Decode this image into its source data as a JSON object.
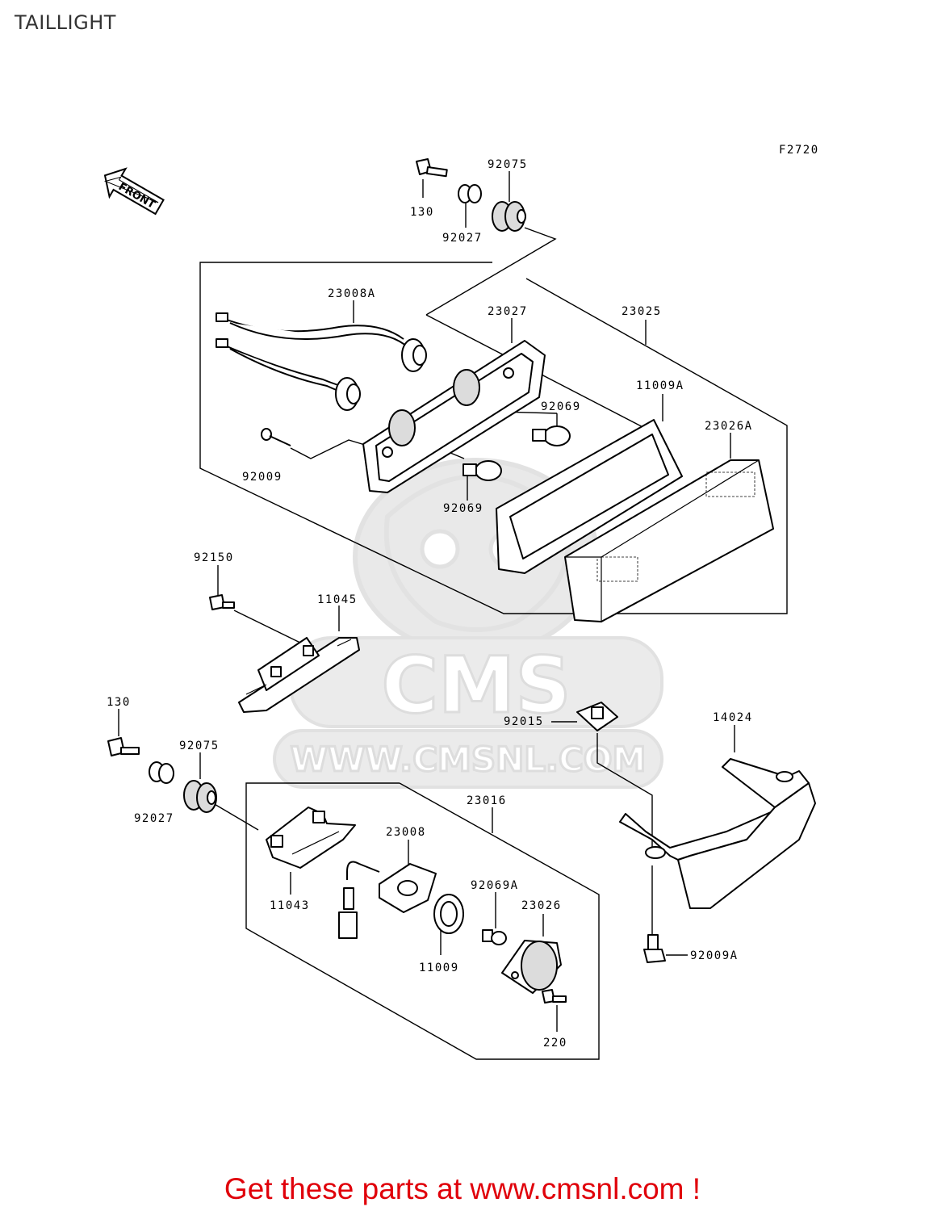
{
  "page": {
    "title": "TAILLIGHT",
    "figure_code": "F2720",
    "front_arrow": "FRONT"
  },
  "watermark": {
    "brand": "CMS",
    "url": "WWW.CMSNL.COM"
  },
  "parts": {
    "p130_top": "130",
    "p92027_top": "92027",
    "p92075_top": "92075",
    "p23008A": "23008A",
    "p23027": "23027",
    "p23025": "23025",
    "p11009A": "11009A",
    "p23026A": "23026A",
    "p92069_a": "92069",
    "p92009": "92009",
    "p92069_b": "92069",
    "p92150": "92150",
    "p11045": "11045",
    "p130_bot": "130",
    "p92075_bot": "92075",
    "p92027_bot": "92027",
    "p23016": "23016",
    "p23008": "23008",
    "p11043": "11043",
    "p92069A": "92069A",
    "p23026": "23026",
    "p11009": "11009",
    "p220": "220",
    "p92015": "92015",
    "p14024": "14024",
    "p92009A": "92009A"
  },
  "footer": {
    "promo": "Get these parts at www.cmsnl.com !",
    "promo_color": "#e0000a"
  }
}
